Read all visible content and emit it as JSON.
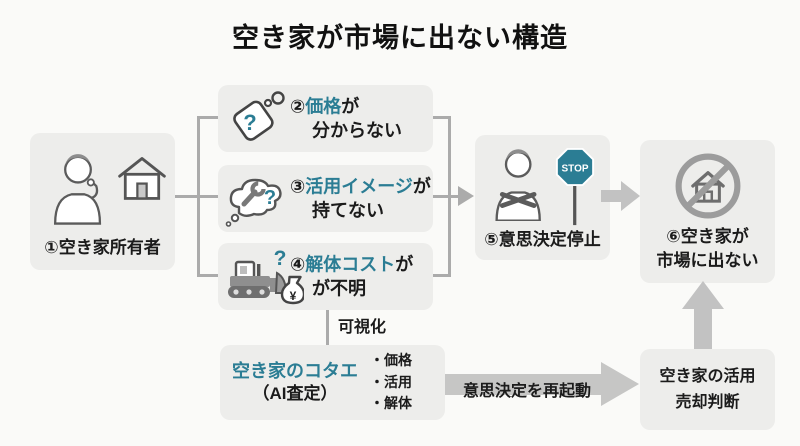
{
  "title": "空き家が市場に出ない構造",
  "colors": {
    "page_bg": "#fafaf8",
    "box_bg": "#ededeb",
    "accent_teal": "#2b7d94",
    "connector_gray": "#ababab",
    "arrow_gray": "#c2c2c2",
    "text": "#1b1b1b"
  },
  "question_mark": "?",
  "owner": {
    "label": "①空き家所有者"
  },
  "reasons": [
    {
      "prefix": "②",
      "highlight": "価格",
      "suffix": "が",
      "line2": "分からない"
    },
    {
      "prefix": "③",
      "highlight": "活用イメージ",
      "suffix": "が",
      "line2": "持てない"
    },
    {
      "prefix": "④",
      "highlight": "解体コスト",
      "suffix": "が",
      "line2": "が不明",
      "moneybag": "¥"
    }
  ],
  "stop": {
    "label": "⑤意思決定停止",
    "sign": "STOP"
  },
  "no_market": {
    "line1": "⑥空き家が",
    "line2": "市場に出ない"
  },
  "visualization_label": "可視化",
  "kotae": {
    "title": "空き家のコタエ",
    "subtitle": "（AI査定）",
    "bullets": [
      "・価格",
      "・活用",
      "・解体"
    ]
  },
  "restart_label": "意思決定を再起動",
  "decision": {
    "line1": "空き家の活用",
    "line2": "売却判断"
  },
  "icons": [
    "thinking-person-icon",
    "house-icon",
    "price-tag-question-icon",
    "thought-bubble-wrench-icon",
    "bulldozer-icon",
    "moneybag-icon",
    "crossed-arms-person-icon",
    "stop-sign-icon",
    "no-house-icon"
  ]
}
